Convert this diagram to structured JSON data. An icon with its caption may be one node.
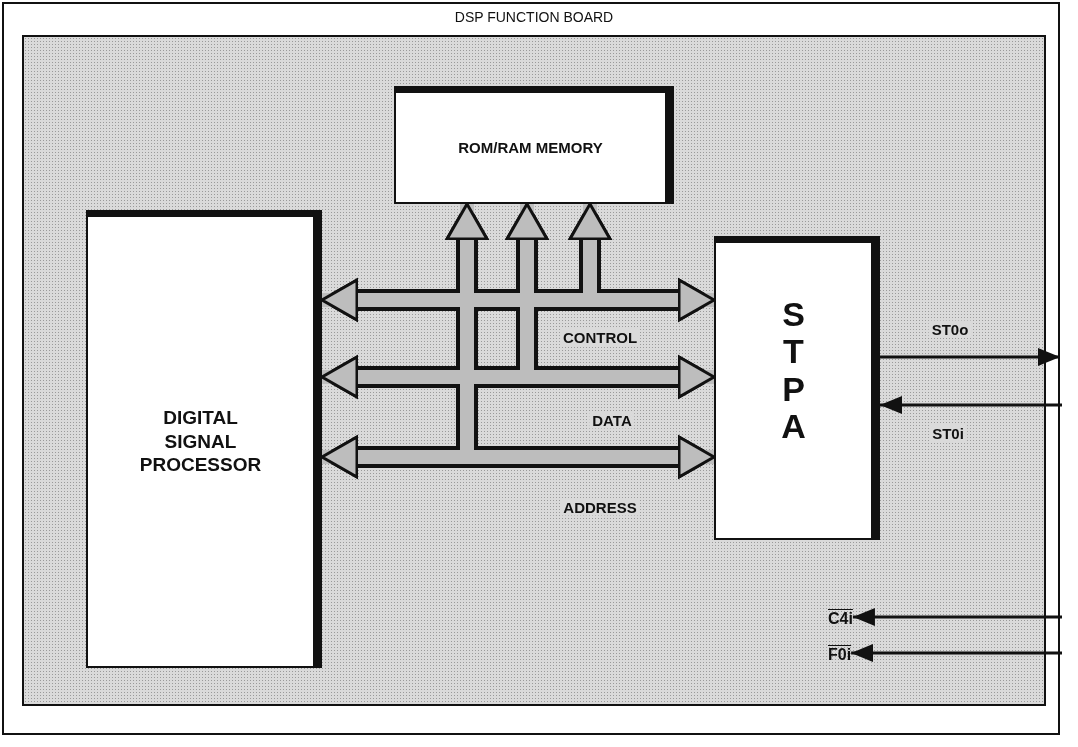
{
  "diagram": {
    "nodes": [
      {
        "text": [
          "DSP FUNCTION BOARD"
        ]
      },
      {
        "text": [
          "ROM/RAM MEMORY"
        ],
        "in": 0
      },
      {
        "text": [
          "DIGITAL SIGNAL PROCESSOR"
        ],
        "in": 0
      },
      {
        "text": [
          "STPA"
        ],
        "in": 0
      },
      {
        "text": [
          "C4i"
        ],
        "in": 0
      },
      {
        "text": [
          "F0i"
        ],
        "in": 0
      }
    ],
    "edges": [
      {
        "from": 2,
        "to": 3,
        "arrow": "both",
        "label": "CONTROL"
      },
      {
        "from": 2,
        "to": 3,
        "arrow": "both",
        "label": "DATA"
      },
      {
        "from": 2,
        "to": 3,
        "arrow": "both",
        "label": "ADDRESS"
      },
      {
        "from": 2,
        "to": 1,
        "arrow": "both"
      },
      {
        "from": 2,
        "to": 1,
        "arrow": "both"
      },
      {
        "from": 2,
        "to": 1,
        "arrow": "both"
      },
      {
        "from": 3,
        "to": 1,
        "arrow": "both"
      },
      {
        "from": 3,
        "to": 1,
        "arrow": "both"
      },
      {
        "from": 3,
        "to": 1,
        "arrow": "both"
      },
      {
        "from": 3,
        "to": null,
        "arrow": "to",
        "label": "ST0o",
        "color": "#111111"
      },
      {
        "from": null,
        "to": 3,
        "arrow": "to",
        "label": "ST0i",
        "color": "#111111"
      },
      {
        "from": null,
        "to": 4,
        "arrow": "to",
        "color": "#111111"
      },
      {
        "from": null,
        "to": 5,
        "arrow": "to",
        "color": "#111111"
      }
    ]
  }
}
